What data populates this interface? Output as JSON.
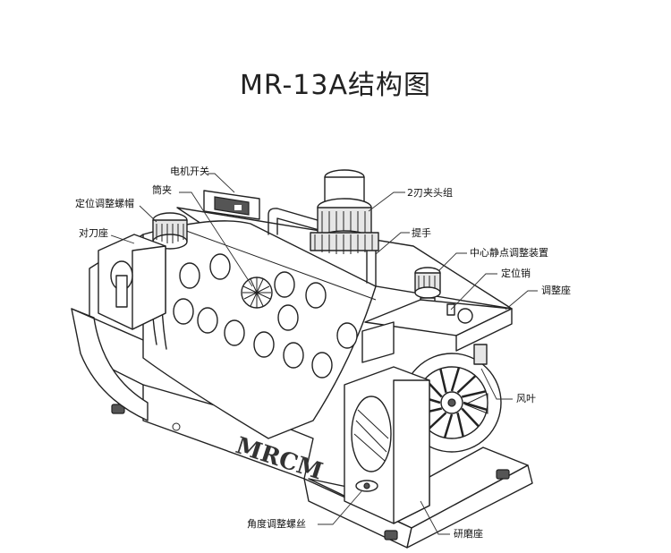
{
  "title": "MR-13A结构图",
  "logo_text": "MRCM",
  "labels": {
    "motor_switch": "电机开关",
    "collet": "筒夹",
    "positioning_cap": "定位调整螺帽",
    "blade_seat": "对刀座",
    "chuck_2": "2刃夹头组",
    "handle": "提手",
    "center_adjust": "中心静点调整装置",
    "locating_pin": "定位销",
    "adjust_seat": "调整座",
    "fan": "风叶",
    "angle_screw": "角度调整螺丝",
    "grind_seat": "研磨座"
  }
}
